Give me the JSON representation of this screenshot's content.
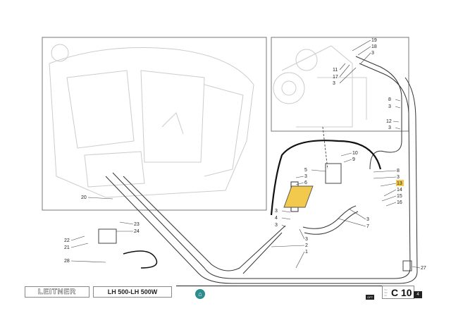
{
  "footer": {
    "brand": "LEITNER",
    "model": "LH 500-LH 500W",
    "opt": "OPT",
    "sheet_mini": "Tav Tab Taf",
    "sheet_code": "C 10",
    "page": "4",
    "home_icon": "home-icon"
  },
  "colors": {
    "highlight": "#f2c94c",
    "home": "#2a8c8c"
  },
  "callouts": [
    "19",
    "18",
    "3",
    "11",
    "17",
    "3",
    "8",
    "3",
    "12",
    "3",
    "10",
    "9",
    "5",
    "3",
    "6",
    "8",
    "3",
    "13",
    "14",
    "15",
    "16",
    "3",
    "4",
    "3",
    "3",
    "7",
    "3",
    "2",
    "1",
    "27",
    "20",
    "23",
    "24",
    "22",
    "21",
    "28"
  ],
  "highlighted_callout": "13"
}
